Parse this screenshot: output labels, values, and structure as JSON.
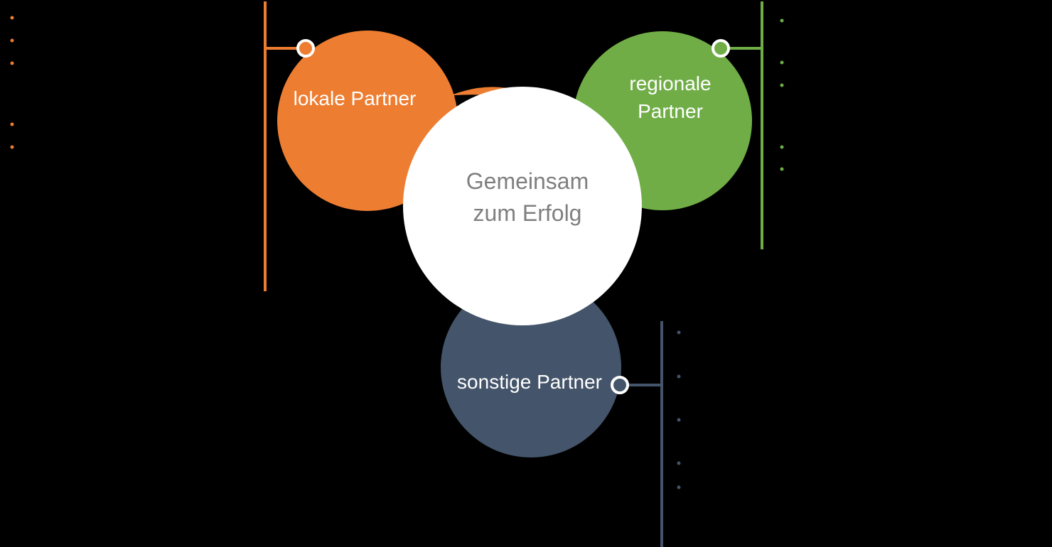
{
  "colors": {
    "background": "#000000",
    "local": "#ED7D31",
    "regional": "#70AD47",
    "other": "#44546A",
    "center": "#FFFFFF",
    "center_text": "#7F7F7F"
  },
  "center": {
    "line1": "Gemeinsam",
    "line2": "zum Erfolg"
  },
  "local": {
    "label": "lokale Partner"
  },
  "regional": {
    "line1": "regionale",
    "line2": "Partner"
  },
  "other": {
    "label": "sonstige Partner"
  }
}
